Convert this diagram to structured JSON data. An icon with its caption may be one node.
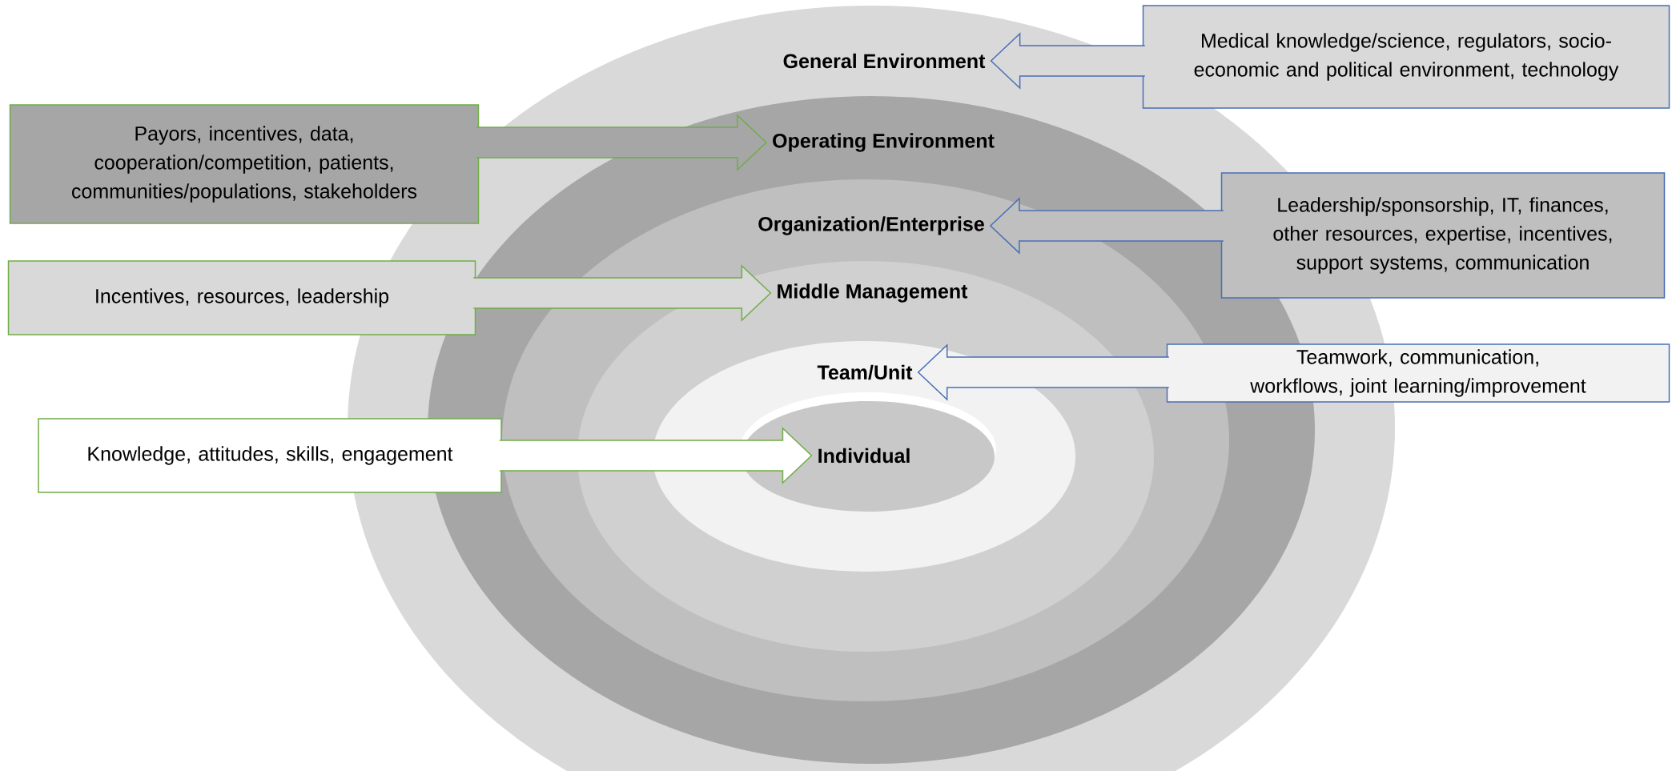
{
  "diagram": {
    "nodes": [
      {
        "text": [
          "General Environment"
        ]
      },
      {
        "text": [
          "Operating Environment"
        ],
        "in": 0
      },
      {
        "text": [
          "Organization/Enterprise"
        ],
        "in": 1
      },
      {
        "text": [
          "Middle Management"
        ],
        "in": 2
      },
      {
        "text": [
          "Team/Unit"
        ],
        "in": 3
      },
      {
        "text": [
          "Individual"
        ],
        "in": 4
      },
      {
        "text": [
          "Medical knowledge/science, regulators, socio-economic and political environment, technology"
        ]
      },
      {
        "text": [
          "Payors, incentives, data, cooperation/competition, patients, communities/populations, stakeholders"
        ]
      },
      {
        "text": [
          "Leadership/sponsorship, IT, finances, other resources, expertise, incentives, support systems, communication"
        ]
      },
      {
        "text": [
          "Incentives, resources, leadership"
        ]
      },
      {
        "text": [
          "Teamwork, communication, workflows, joint learning/improvement"
        ]
      },
      {
        "text": [
          "Knowledge, attitudes, skills, engagement"
        ]
      }
    ],
    "edges": [
      {
        "from": 6,
        "to": 0,
        "arrow": "to",
        "color": "#4a6fb5"
      },
      {
        "from": 7,
        "to": 1,
        "arrow": "to",
        "color": "#70ad47"
      },
      {
        "from": 8,
        "to": 2,
        "arrow": "to",
        "color": "#4a6fb5"
      },
      {
        "from": 9,
        "to": 3,
        "arrow": "to",
        "color": "#70ad47"
      },
      {
        "from": 10,
        "to": 4,
        "arrow": "to",
        "color": "#4a6fb5"
      },
      {
        "from": 11,
        "to": 5,
        "arrow": "to",
        "color": "#70ad47"
      }
    ]
  }
}
